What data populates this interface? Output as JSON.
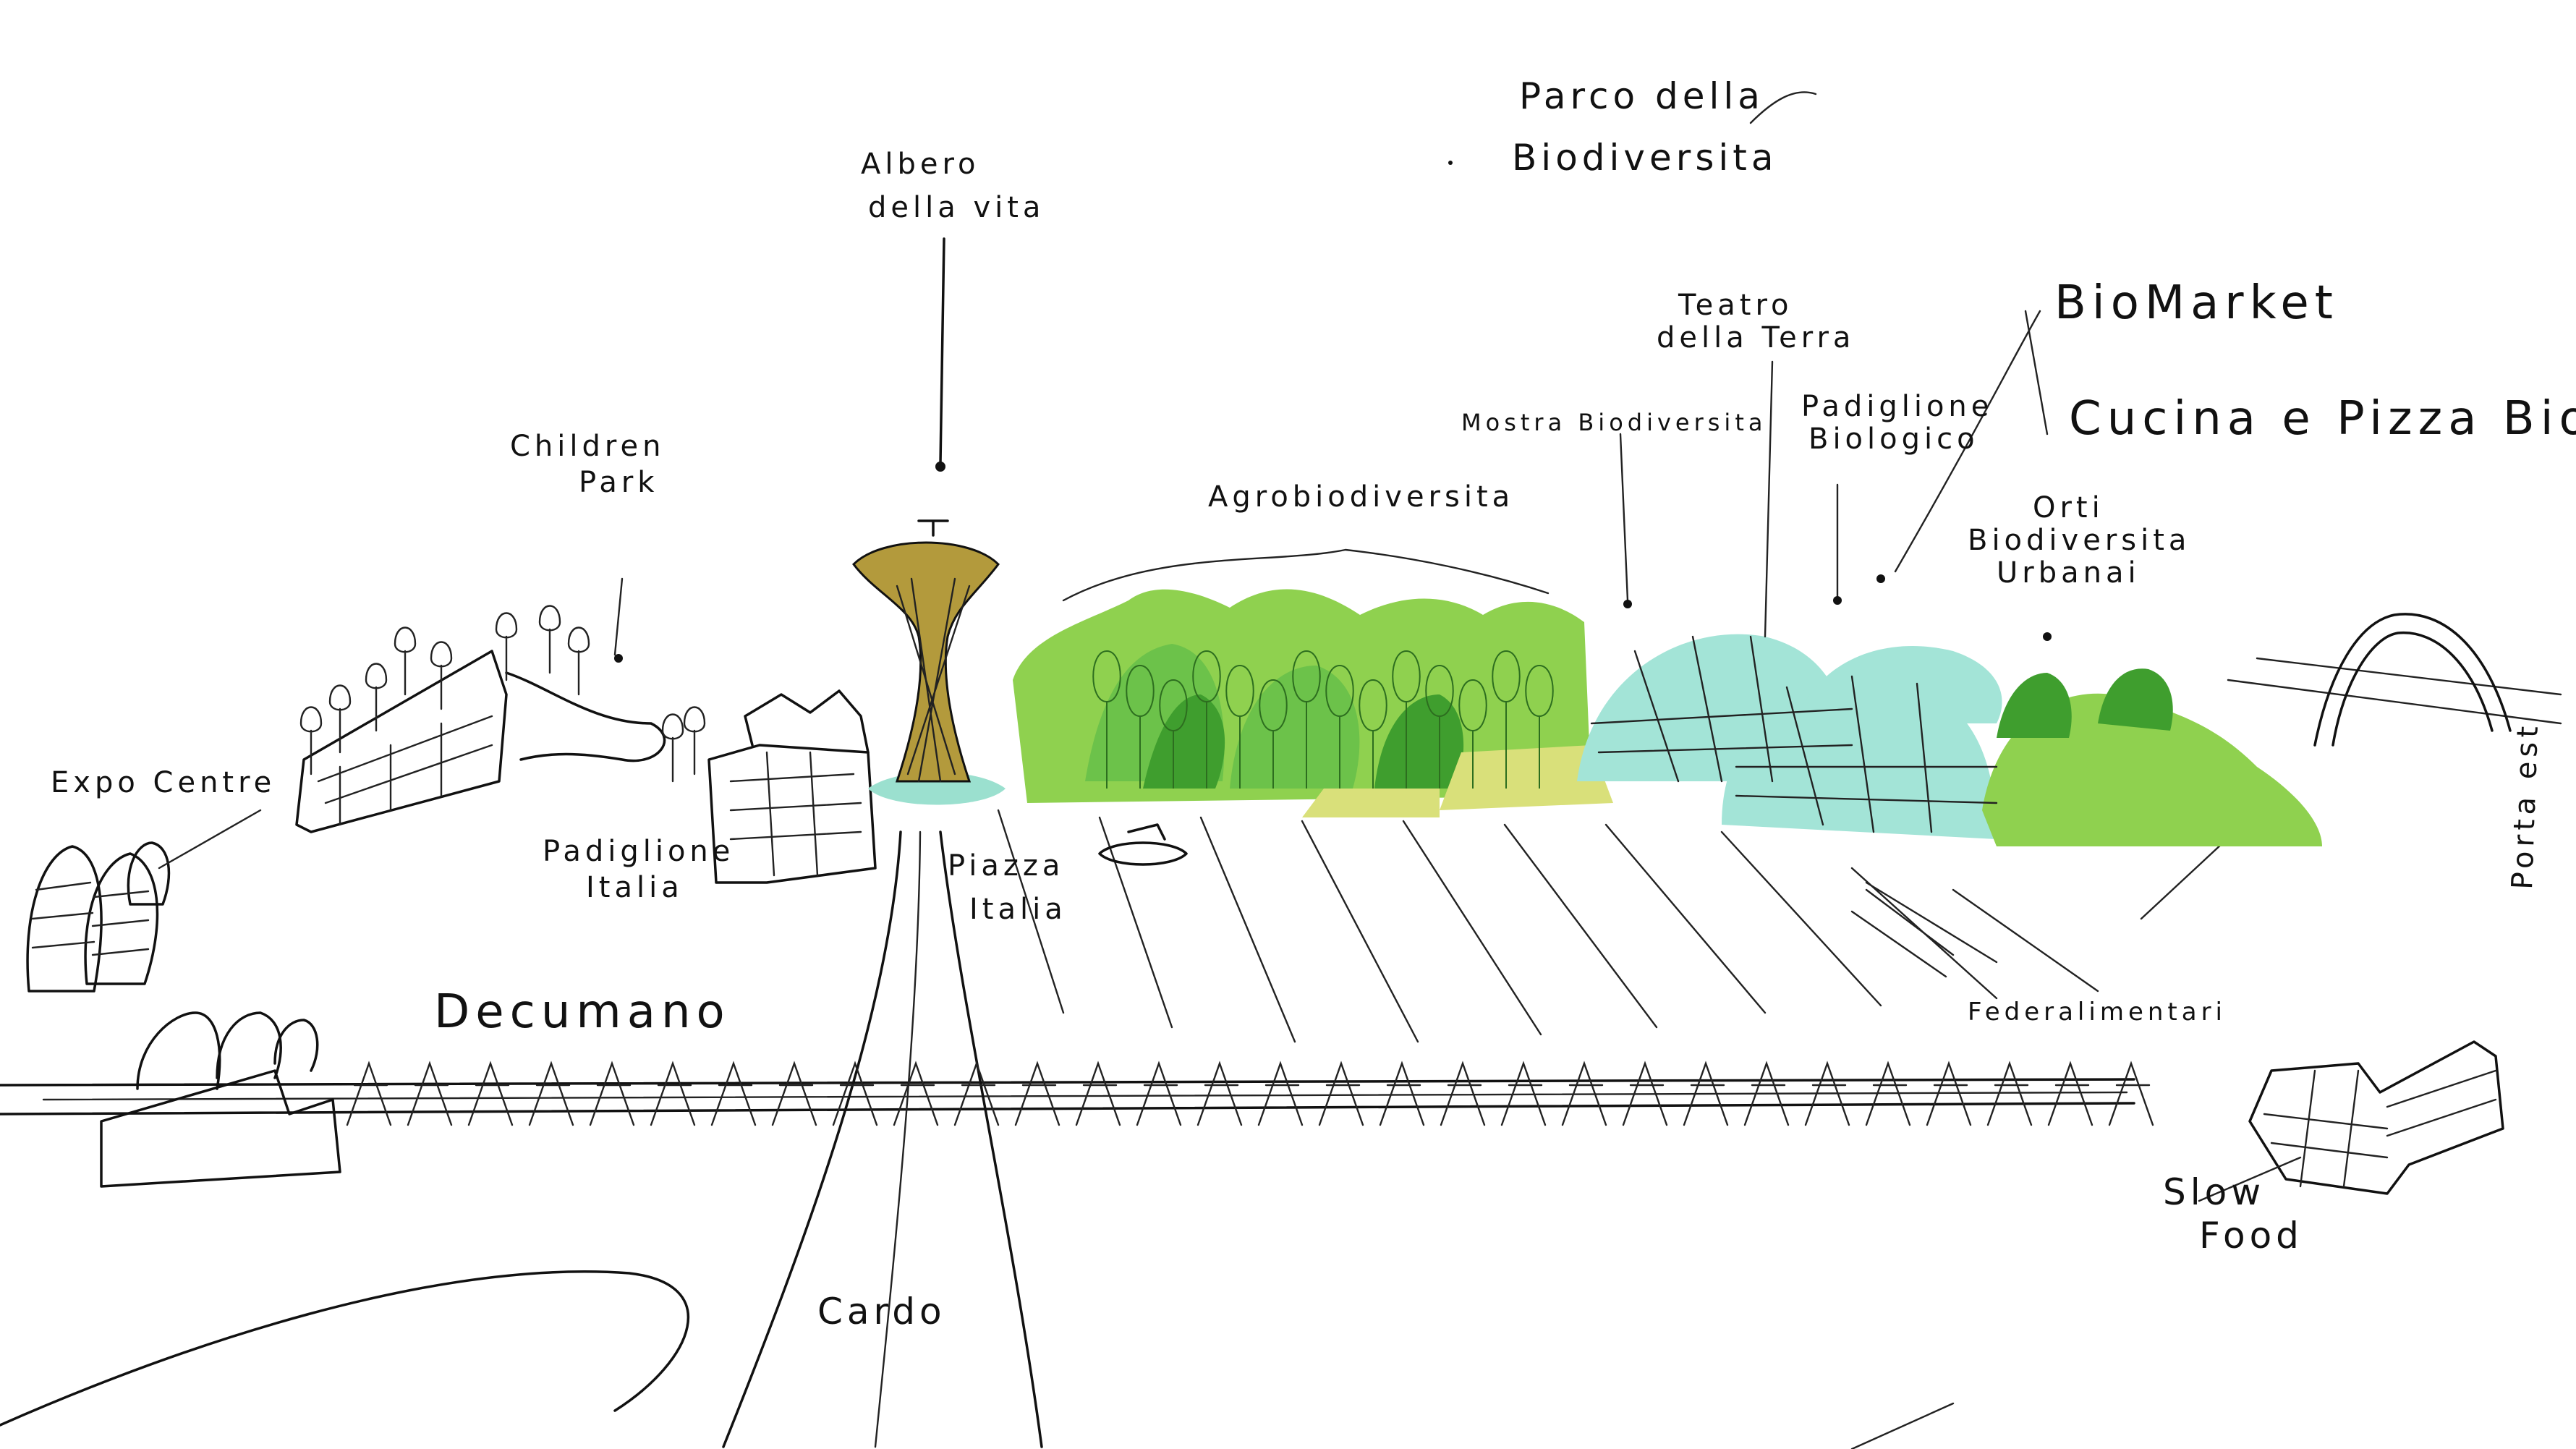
{
  "title": {
    "line1": "Parco della",
    "line2": "Biodiversita"
  },
  "labels": {
    "albero_line1": "Albero",
    "albero_line2": "della vita",
    "children_line1": "Children",
    "children_line2": "Park",
    "expo_centre": "Expo Centre",
    "padiglione_italia_line1": "Padiglione",
    "padiglione_italia_line2": "Italia",
    "piazza_line1": "Piazza",
    "piazza_line2": "Italia",
    "agrobiodiversita": "Agrobiodiversita",
    "mostra_biodiversita": "Mostra Biodiversita",
    "teatro_line1": "Teatro",
    "teatro_line2": "della Terra",
    "padiglione_biologico_line1": "Padiglione",
    "padiglione_biologico_line2": "Biologico",
    "biomarket": "BioMarket",
    "cucina": "Cucina e Pizza Bio",
    "orti_line1": "Orti",
    "orti_line2": "Biodiversita",
    "orti_line3": "Urbanai",
    "porta_est": "Porta est",
    "decumano": "Decumano",
    "federalimentari": "Federalimentari",
    "slow_line1": "Slow",
    "slow_line2": "Food",
    "cardo": "Cardo"
  },
  "colors": {
    "ink": "#111111",
    "vegetation_light": "#8fd14f",
    "vegetation_mid": "#6cc24a",
    "vegetation_dark": "#3f9e2e",
    "vegetation_yellow": "#d9e07a",
    "tower": "#b39a3c",
    "tower_base": "#9be0cf",
    "greenhouse": "#a3e4d7"
  }
}
